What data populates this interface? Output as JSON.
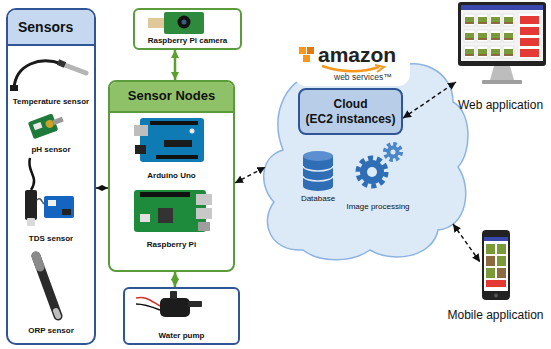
{
  "diagram": {
    "nodes": [
      {
        "text": [
          "Sensors"
        ]
      },
      {
        "text": [
          "Raspberry Pi camera"
        ]
      },
      {
        "text": [
          "Sensor Nodes"
        ]
      },
      {
        "text": [
          "Water pump"
        ]
      },
      {
        "text": [
          "Database",
          "Image processing"
        ]
      },
      {
        "text": [
          "Cloud",
          "(EC2 instances)"
        ],
        "in": 4
      },
      {
        "text": [
          "Web application"
        ]
      },
      {
        "text": [
          "Mobile application"
        ]
      }
    ],
    "edges": [
      {
        "from": 1,
        "to": 2,
        "arrow": "both"
      },
      {
        "from": 0,
        "to": 2,
        "arrow": "both"
      },
      {
        "from": 2,
        "to": 3,
        "arrow": "both"
      },
      {
        "from": 2,
        "to": 4,
        "arrow": "both"
      },
      {
        "from": 5,
        "to": 6,
        "arrow": "both"
      },
      {
        "from": 4,
        "to": 7,
        "arrow": "both"
      }
    ],
    "labels": [
      "Temperature sensor",
      "pH sensor",
      "TDS sensor",
      "ORP sensor",
      "Arduino Uno",
      "Raspberry Pi",
      "amazon",
      "web services™"
    ]
  }
}
